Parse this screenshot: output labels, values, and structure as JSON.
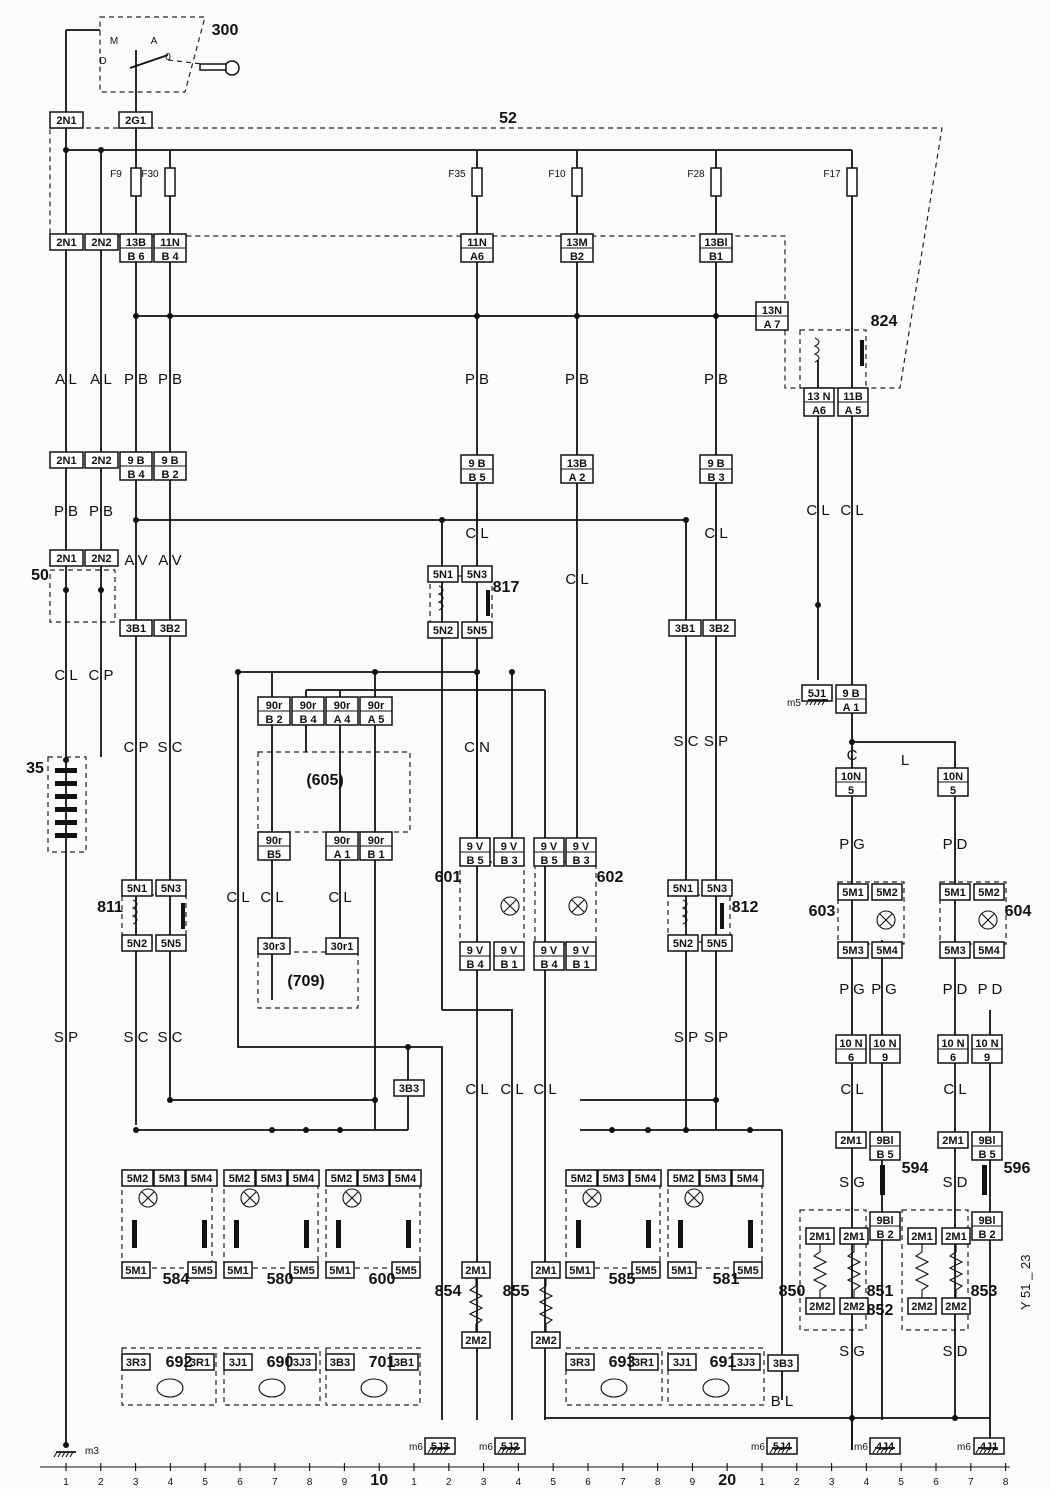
{
  "harness": {
    "main": "52",
    "ids": [
      "300",
      "50",
      "35",
      "605",
      "709",
      "811",
      "817",
      "601",
      "602",
      "812",
      "824",
      "603",
      "604",
      "594",
      "596",
      "584",
      "580",
      "600",
      "585",
      "581",
      "854",
      "855",
      "850",
      "851",
      "852",
      "853",
      "692",
      "690",
      "701",
      "693",
      "691"
    ]
  },
  "fuses": [
    "F9",
    "F30",
    "F35",
    "F10",
    "F28",
    "F17"
  ],
  "boxes": {
    "b2n1top": [
      "2N1"
    ],
    "b2g1": [
      "2G1"
    ],
    "b2n1a": [
      "2N1"
    ],
    "b2n2a": [
      "2N2"
    ],
    "b13bb6": [
      "13B",
      "B 6"
    ],
    "b11nb4": [
      "11N",
      "B 4"
    ],
    "b11na6": [
      "11N",
      "A6"
    ],
    "b13mb2": [
      "13M",
      "B2"
    ],
    "b13bib1": [
      "13Bl",
      "B1"
    ],
    "b13na7": [
      "13N",
      "A 7"
    ],
    "b13na6": [
      "13 N",
      "A6"
    ],
    "b11ba5": [
      "11B",
      "A 5"
    ],
    "b2n1b": [
      "2N1"
    ],
    "b2n2b": [
      "2N2"
    ],
    "b9bb4": [
      "9 B",
      "B 4"
    ],
    "b9bb2": [
      "9 B",
      "B 2"
    ],
    "b9bb5": [
      "9 B",
      "B 5"
    ],
    "b13ba2": [
      "13B",
      "A 2"
    ],
    "b9bb3": [
      "9 B",
      "B 3"
    ],
    "b2n1c": [
      "2N1"
    ],
    "b2n2c": [
      "2N2"
    ],
    "b3b1": [
      "3B1"
    ],
    "b3b2": [
      "3B2"
    ],
    "b5n1a": [
      "5N1"
    ],
    "b5n3a": [
      "5N3"
    ],
    "b5n2a": [
      "5N2"
    ],
    "b5n5a": [
      "5N5"
    ],
    "b3b1r": [
      "3B1"
    ],
    "b3b2r": [
      "3B2"
    ],
    "b5j1": [
      "5J1"
    ],
    "b9ba1": [
      "9 B",
      "A 1"
    ],
    "b90b2": [
      "90r",
      "B 2"
    ],
    "b90b4": [
      "90r",
      "B 4"
    ],
    "b90a4": [
      "90r",
      "A 4"
    ],
    "b90a5": [
      "90r",
      "A 5"
    ],
    "b90b5": [
      "90r",
      "B5"
    ],
    "b90a1": [
      "90r",
      "A 1"
    ],
    "b90b1": [
      "90r",
      "B 1"
    ],
    "b30r3": [
      "30r3"
    ],
    "b30r1": [
      "30r1"
    ],
    "b10n5a": [
      "10N",
      "5"
    ],
    "b10n5b": [
      "10N",
      "5"
    ],
    "b5n1b": [
      "5N1"
    ],
    "b5n3b": [
      "5N3"
    ],
    "b5n2b": [
      "5N2"
    ],
    "b5n5b": [
      "5N5"
    ],
    "b9vb5a": [
      "9 V",
      "B 5"
    ],
    "b9vb3a": [
      "9 V",
      "B 3"
    ],
    "b9vb4a": [
      "9 V",
      "B 4"
    ],
    "b9vb1a": [
      "9 V",
      "B 1"
    ],
    "b9vb5b": [
      "9 V",
      "B 5"
    ],
    "b9vb3b": [
      "9 V",
      "B 3"
    ],
    "b9vb4b": [
      "9 V",
      "B 4"
    ],
    "b9vb1b": [
      "9 V",
      "B 1"
    ],
    "b5n1c": [
      "5N1"
    ],
    "b5n3c": [
      "5N3"
    ],
    "b5n2c": [
      "5N2"
    ],
    "b5n5c": [
      "5N5"
    ],
    "b5m1a": [
      "5M1"
    ],
    "b5m2a": [
      "5M2"
    ],
    "b5m3a": [
      "5M3"
    ],
    "b5m4a": [
      "5M4"
    ],
    "b5m1b": [
      "5M1"
    ],
    "b5m2b": [
      "5M2"
    ],
    "b5m3b": [
      "5M3"
    ],
    "b5m4b": [
      "5M4"
    ],
    "b10n6a": [
      "10 N",
      "6"
    ],
    "b10n9a": [
      "10 N",
      "9"
    ],
    "b10n6b": [
      "10 N",
      "6"
    ],
    "b10n9b": [
      "10 N",
      "9"
    ],
    "b2m1a": [
      "2M1"
    ],
    "b9blb5a": [
      "9Bl",
      "B 5"
    ],
    "b2m1b": [
      "2M1"
    ],
    "b9blb5b": [
      "9Bl",
      "B 5"
    ],
    "b9blb2a": [
      "9Bl",
      "B 2"
    ],
    "b9blb2b": [
      "9Bl",
      "B 2"
    ],
    "b3b3": [
      "3B3"
    ],
    "b3b3r": [
      "3B3"
    ]
  },
  "wire_labels": [
    "A L",
    "A L",
    "P B",
    "P B",
    "P B",
    "P B",
    "P B",
    "P B",
    "P B",
    "A V",
    "A V",
    "C L",
    "C L",
    "C L",
    "C L",
    "C P",
    "C P",
    "S C",
    "S C",
    "S C",
    "S C",
    "S P",
    "S P",
    "S P",
    "S P",
    "C N",
    "C L",
    "C L",
    "C L",
    "C L",
    "C L",
    "C L",
    "C L",
    "C L",
    "C",
    "L",
    "P G",
    "P D",
    "P G",
    "P G",
    "P D",
    "P D",
    "S G",
    "S D",
    "S G",
    "S D",
    "C L",
    "C L",
    "B L"
  ],
  "grounds": [
    "m3",
    "m5",
    "m6",
    "m6",
    "m6",
    "m6",
    "m6"
  ],
  "ground_boxes": [
    "5J3",
    "5J2",
    "5J4",
    "4J4",
    "4J1"
  ],
  "ruler": [
    "1",
    "2",
    "3",
    "4",
    "5",
    "6",
    "7",
    "8",
    "9",
    "10",
    "1",
    "2",
    "3",
    "4",
    "5",
    "6",
    "7",
    "8",
    "9",
    "20",
    "1",
    "2",
    "3",
    "4",
    "5",
    "6",
    "7",
    "8"
  ],
  "ref_code": "Y 51 _ 23"
}
